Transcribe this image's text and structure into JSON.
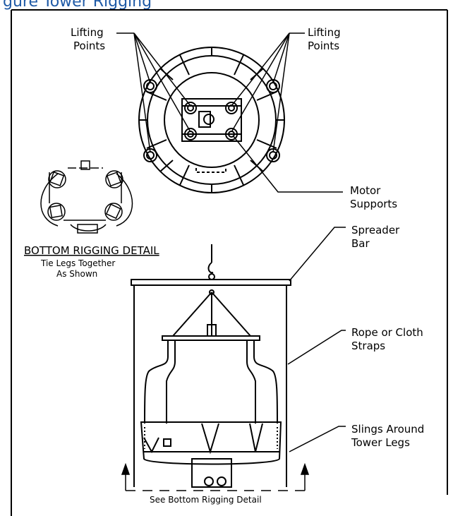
{
  "figure": {
    "title_partial": "gure     Tower Rigging"
  },
  "labels": {
    "lifting_points_left": [
      "Lifting",
      "Points"
    ],
    "lifting_points_right": [
      "Lifting",
      "Points"
    ],
    "motor_supports": [
      "Motor",
      "Supports"
    ],
    "spreader_bar": [
      "Spreader",
      "Bar"
    ],
    "rope_straps": [
      "Rope or Cloth",
      "Straps"
    ],
    "slings": [
      "Slings Around",
      "Tower Legs"
    ],
    "bottom_rigging_detail": "BOTTOM RIGGING DETAIL",
    "tie_legs": [
      "Tie Legs Together",
      "As Shown"
    ],
    "see_bottom": "See Bottom Rigging Detail"
  }
}
